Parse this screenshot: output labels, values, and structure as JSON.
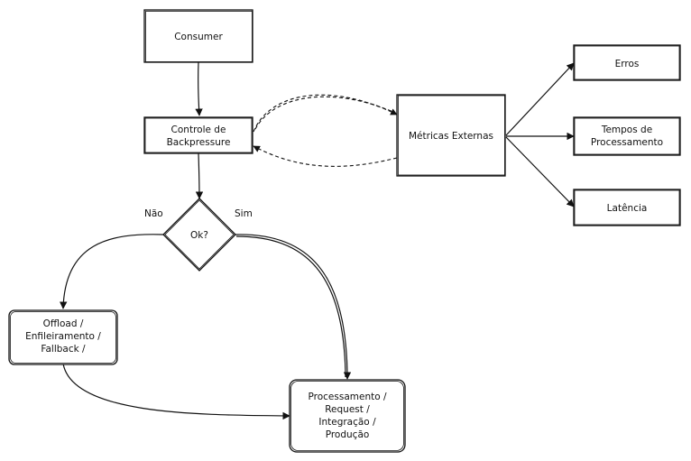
{
  "nodes": {
    "consumer": {
      "lines": [
        "Consumer"
      ]
    },
    "backpressure": {
      "lines": [
        "Controle de",
        "Backpressure"
      ]
    },
    "decision": {
      "lines": [
        "Ok?"
      ]
    },
    "metrics": {
      "lines": [
        "Métricas Externas"
      ]
    },
    "errors": {
      "lines": [
        "Erros"
      ]
    },
    "processing_time": {
      "lines": [
        "Tempos de",
        "Processamento"
      ]
    },
    "latency": {
      "lines": [
        "Latência"
      ]
    },
    "offload": {
      "lines": [
        "Offload /",
        "Enfileiramento /",
        "Fallback /"
      ]
    },
    "processing": {
      "lines": [
        "Processamento /",
        "Request /",
        "Integração /",
        "Produção"
      ]
    }
  },
  "edge_labels": {
    "no": "Não",
    "yes": "Sim"
  }
}
